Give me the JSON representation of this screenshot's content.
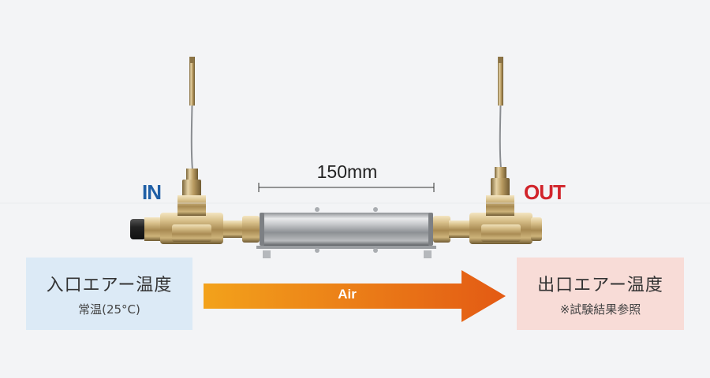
{
  "labels": {
    "inlet": "IN",
    "outlet": "OUT",
    "dimension": "150mm",
    "flow": "Air"
  },
  "inlet_box": {
    "title": "入口エアー温度",
    "subtitle": "常温(25°C)"
  },
  "outlet_box": {
    "title": "出口エアー温度",
    "subtitle": "※試験結果参照"
  },
  "colors": {
    "background": "#f3f4f6",
    "inlet_accent": "#1f5fa6",
    "outlet_accent": "#d1242b",
    "inlet_box_fill": "#dceaf6",
    "outlet_box_fill": "#f8dcd7",
    "arrow_start": "#f3a21b",
    "arrow_end": "#e35a14"
  }
}
